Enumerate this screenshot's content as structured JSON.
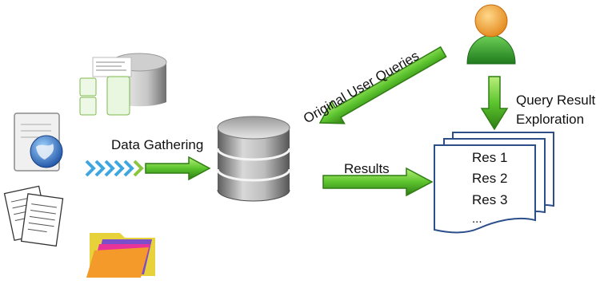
{
  "labels": {
    "data_gathering": "Data Gathering",
    "original_user_queries": "Original User Queries",
    "results": "Results",
    "query_result_exploration": [
      "Query Result",
      "Exploration"
    ]
  },
  "results_list": [
    "Res 1",
    "Res 2",
    "Res 3",
    "..."
  ],
  "colors": {
    "arrow_green": "#5cc42e",
    "arrow_dark": "#2f7d14",
    "chevron_blue": "#3fa7e0",
    "chevron_green": "#8cc63f",
    "user_head": "#f5a623",
    "user_body": "#3aa335",
    "document_border": "#2c4f8a"
  },
  "icons": [
    "database-small-icon",
    "mobile-screens-icon",
    "web-document-icon",
    "paper-documents-icon",
    "folder-icon",
    "database-main-icon",
    "user-icon",
    "result-documents-icon",
    "chevrons-icon"
  ]
}
